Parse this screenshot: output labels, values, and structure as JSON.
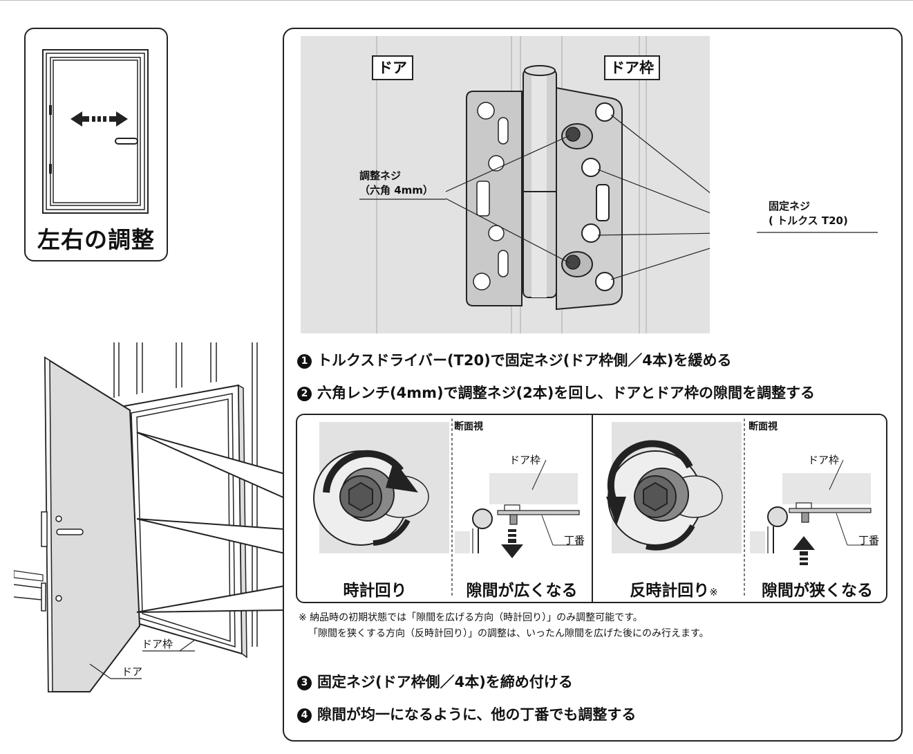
{
  "icon_panel": {
    "title": "左右の調整"
  },
  "hinge_photo": {
    "label_door": "ドア",
    "label_frame": "ドア枠",
    "callout_adjust_line1": "調整ネジ",
    "callout_adjust_line2": "（六角 4mm）",
    "callout_fixed_line1": "固定ネジ",
    "callout_fixed_line2": "( トルクス T20)"
  },
  "steps": [
    {
      "num": "1",
      "text": "トルクスドライバー(T20)で固定ネジ(ドア枠側／4本)を緩める"
    },
    {
      "num": "2",
      "text": "六角レンチ(4mm)で調整ネジ(2本)を回し、ドアとドア枠の隙間を調整する"
    },
    {
      "num": "3",
      "text": "固定ネジ(ドア枠側／4本)を締め付ける"
    },
    {
      "num": "4",
      "text": "隙間が均一になるように、他の丁番でも調整する"
    }
  ],
  "adjust_panel": {
    "section_label": "断面視",
    "frame_label": "ドア枠",
    "hinge_label": "丁番",
    "clockwise_caption": "時計回り",
    "widen_caption": "隙間が広くなる",
    "counterclockwise_caption": "反時計回り",
    "counterclockwise_mark": "※",
    "narrow_caption": "隙間が狭くなる"
  },
  "notes": {
    "line1": "※ 納品時の初期状態では「隙間を広げる方向（時計回り）」のみ調整可能です。",
    "line2": "「隙間を狭くする方向（反時計回り）」の調整は、いったん隙間を広げた後にのみ行えます。"
  },
  "door_illustration": {
    "frame_label": "ドア枠",
    "door_label": "ドア"
  }
}
